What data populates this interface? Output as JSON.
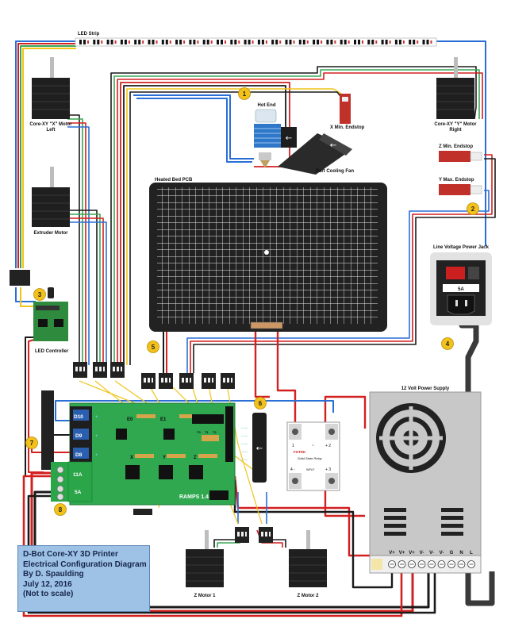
{
  "labels": {
    "led_strip": "LED Strip",
    "x_motor": [
      "Core-XY \"X\" Motor",
      "Left"
    ],
    "y_motor": [
      "Core-XY \"Y\" Motor",
      "Right"
    ],
    "hot_end": "Hot End",
    "x_min_endstop": "X Min. Endstop",
    "part_cooling_fan": "Part Cooling Fan",
    "z_min_endstop": "Z Min. Endstop",
    "y_max_endstop": "Y Max. Endstop",
    "extruder_motor": "Extruder Motor",
    "heated_bed": "Heated Bed PCB",
    "line_voltage_jack": "Line Voltage Power Jack",
    "fuse": "5A",
    "led_controller": "LED Controller",
    "power_supply": "12 Volt Power Supply",
    "ramps": "RAMPS 1.4",
    "ssr": [
      "FOTEK",
      "Solid State Relay"
    ],
    "ssr_terminals": [
      "1",
      "~",
      "+ 2",
      "4 -",
      "INPUT",
      "+ 3"
    ],
    "z_motor_1": "Z Motor 1",
    "z_motor_2": "Z Motor 2",
    "psu_terminals": [
      "V+",
      "V+",
      "V+",
      "V-",
      "V-",
      "V-",
      "G",
      "N",
      "L"
    ],
    "pin_labels": [
      "D10",
      "D9",
      "D8"
    ],
    "terminal_labels": [
      "11A",
      "5A"
    ],
    "driver_labels": [
      "X",
      "Y",
      "Z"
    ],
    "ext_labels": [
      "E0",
      "E1"
    ],
    "therm_labels": [
      "T0",
      "T1",
      "T2"
    ]
  },
  "callouts": [
    "1",
    "2",
    "3",
    "4",
    "5",
    "6",
    "7",
    "8"
  ],
  "title": {
    "line1": "D-Bot  Core-XY  3D Printer",
    "line2": "Electrical Configuration Diagram",
    "line3": "By D. Spaulding",
    "line4": "July 12, 2016",
    "line5": "(Not to scale)"
  },
  "colors": {
    "callout": "#f3c21a",
    "board_green": "#2fa84f",
    "led_green": "#2e8b3e",
    "psu_gray": "#c8c8c8",
    "bed_black": "#222222",
    "wire_red": "#d32020",
    "wire_black": "#1a1a1a",
    "wire_blue": "#2a6fd6",
    "wire_yellow": "#f0c419",
    "wire_green": "#3aa655",
    "title_bg": "#9ec1e6"
  },
  "icons": [
    "stepper-motor-icon",
    "endstop-icon",
    "hotend-icon",
    "fan-icon",
    "connector-icon",
    "fuse-icon",
    "switch-icon"
  ]
}
